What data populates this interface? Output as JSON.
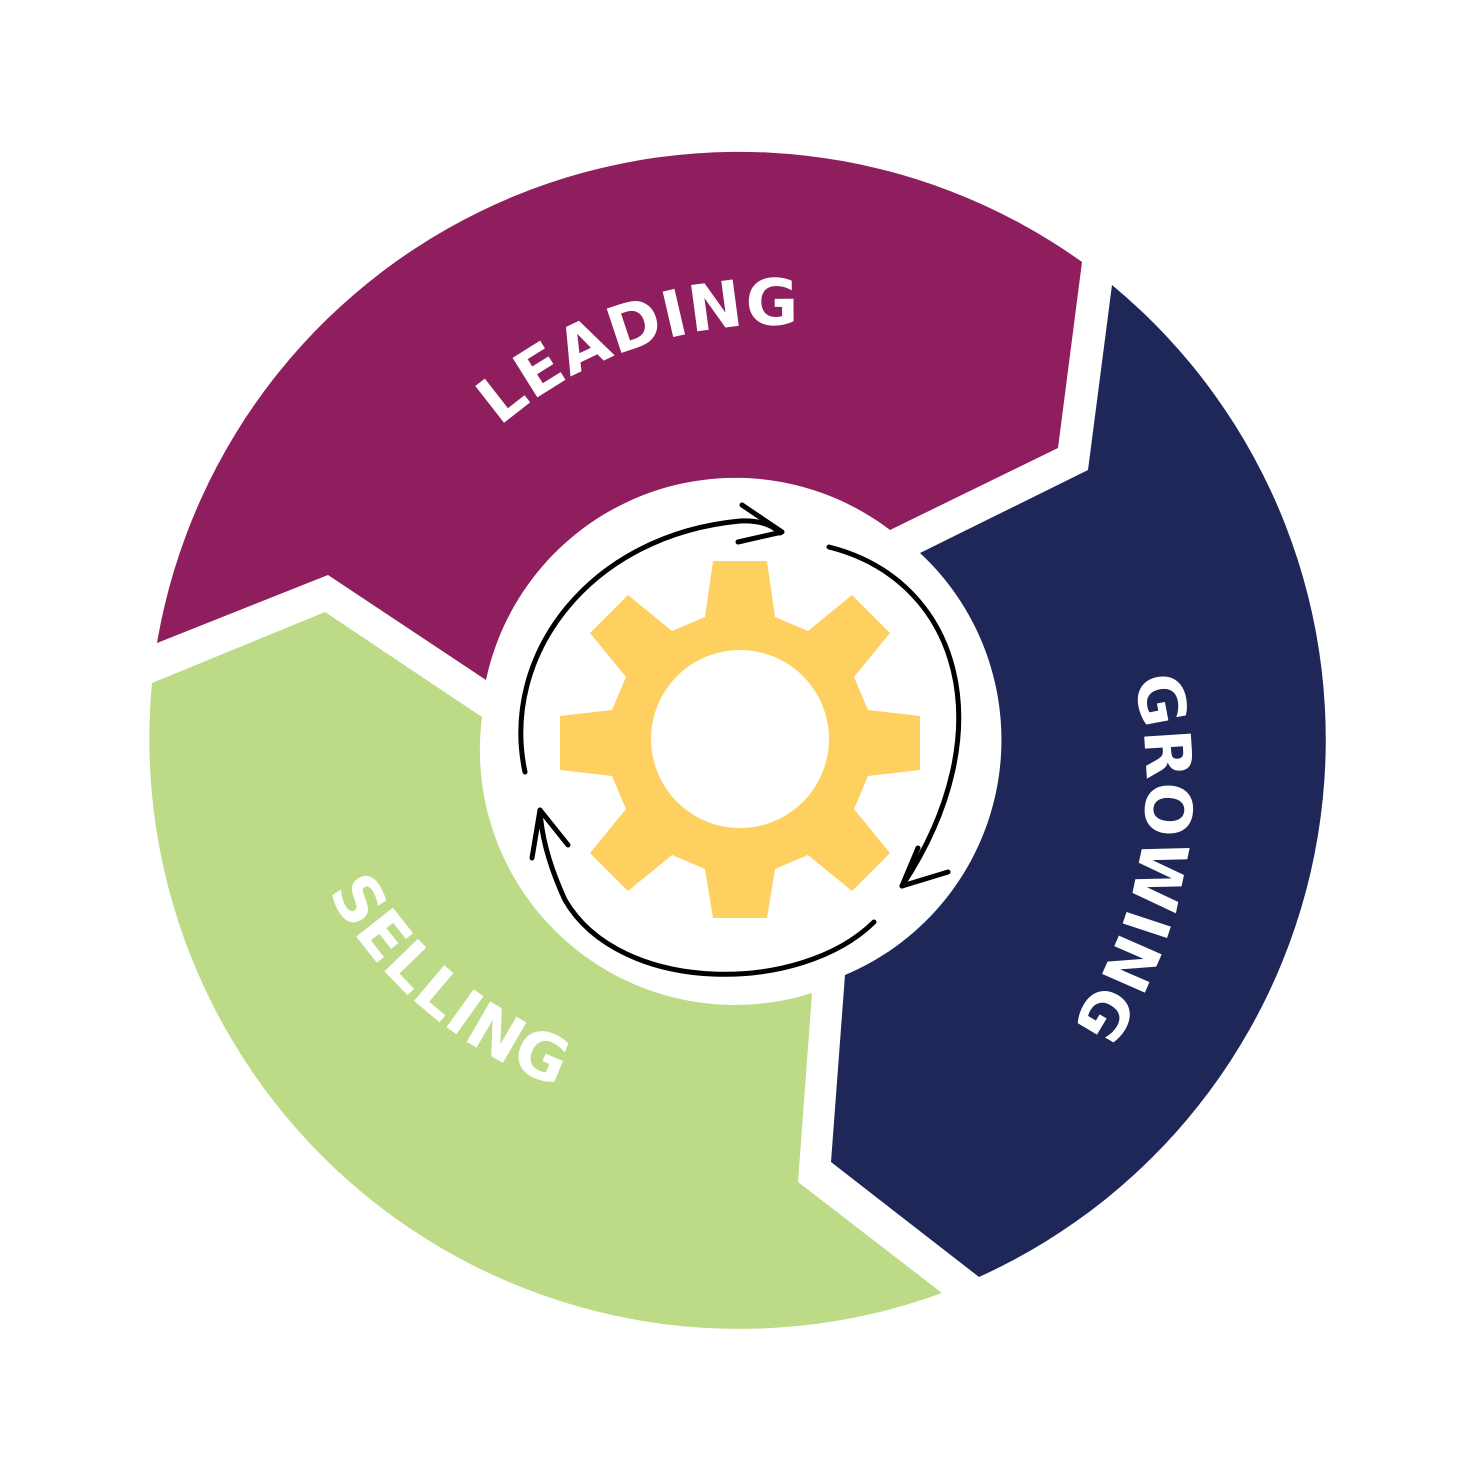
{
  "diagram": {
    "segments": [
      {
        "label": "LEADING",
        "color": "#8e1e5e"
      },
      {
        "label": "GROWING",
        "color": "#1e2758"
      },
      {
        "label": "SELLING",
        "color": "#bddb86"
      }
    ],
    "center": {
      "icon": "gear-icon",
      "gear_color": "#fdd05f",
      "cycle_arrows_icon": "circular-arrows-icon"
    },
    "background": "#ffffff"
  }
}
